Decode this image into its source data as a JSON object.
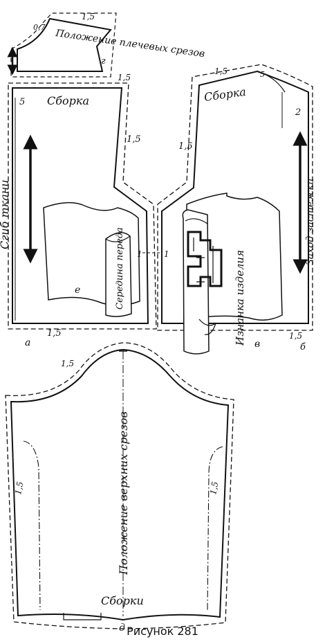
{
  "caption": "Рисунок 281",
  "labels": {
    "shoulder_position": "Положение плечевых срезов",
    "allowance_top_small": "1,5",
    "allowance_07": "0,7",
    "letter_g": "г",
    "allowance_top_front": "1,5",
    "allowance_top_back": "1,5",
    "gather_front": "Сборка",
    "gather_back": "Сборка",
    "num_5_front": "5",
    "num_5_back": "5",
    "num_2": "2",
    "fold": "Сгиб ткани",
    "allowance_mid_front": "1,5",
    "allowance_mid_back": "1,5",
    "center_front": "Середина переда",
    "letter_e": "е",
    "mark_1a": "1",
    "mark_1b": "1",
    "wrong_side": "Изнанка изделия",
    "letter_v": "в",
    "closure_overlap": "Заход застежки",
    "letter_a": "а",
    "allowance_bottom_front": "1,5",
    "allowance_bottom_back": "1,5",
    "letter_b": "б",
    "allowance_sleeve_top": "1,5",
    "upper_cut_position": "Положение верхних срезов",
    "allowance_sleeve_left": "1,5",
    "allowance_sleeve_right": "1,5",
    "gather_sleeve": "Сборки",
    "letter_d": "д"
  }
}
